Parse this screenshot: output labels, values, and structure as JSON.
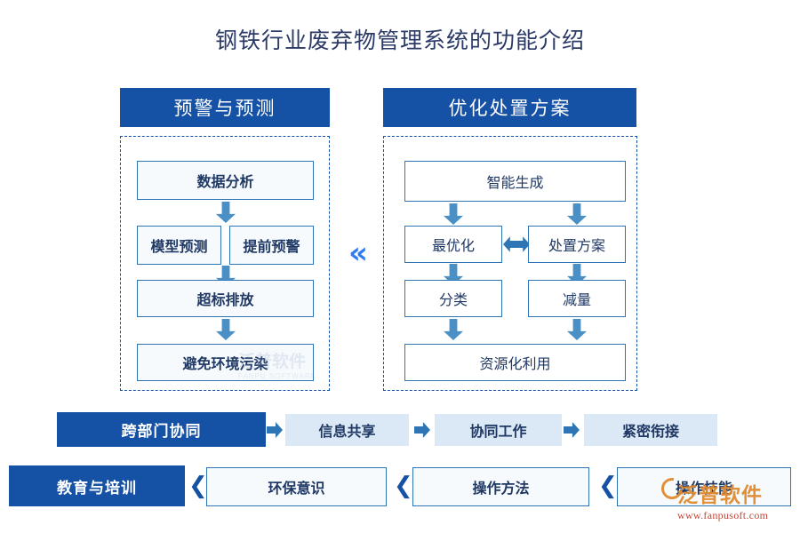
{
  "page": {
    "title": "钢铁行业废弃物管理系统的功能介绍"
  },
  "colors": {
    "primary_blue": "#1551a5",
    "arrow_blue": "#4a90c4",
    "box_border": "#2e75b6",
    "box_fill": "#f7fafd",
    "chip_fill": "#dbe8f6",
    "text_navy": "#1f3864",
    "chevron_blue": "#2f7cf6",
    "watermark_orange": "#e08a2e",
    "watermark_url_red": "#c0392b"
  },
  "panels": {
    "left": {
      "header": "预警与预测",
      "nodes": {
        "data_analysis": "数据分析",
        "model_forecast": "模型预测",
        "early_warning": "提前预警",
        "exceed_emission": "超标排放",
        "avoid_pollution": "避免环境污染"
      }
    },
    "right": {
      "header": "优化处置方案",
      "nodes": {
        "smart_generation": "智能生成",
        "optimization": "最优化",
        "disposal_plan": "处置方案",
        "classification": "分类",
        "reduction": "减量",
        "resource_utilization": "资源化利用"
      }
    }
  },
  "connectors": {
    "between_panels": "«",
    "chevron_left": "❮"
  },
  "collaboration_row": {
    "primary": "跨部门协同",
    "chips": [
      "信息共享",
      "协同工作",
      "紧密衔接"
    ]
  },
  "training_row": {
    "primary": "教育与培训",
    "boxes": [
      "环保意识",
      "操作方法",
      "操作技能"
    ]
  },
  "watermark": {
    "brand_cn": "泛普软件",
    "url": "www.fanpusoft.com",
    "brand_en": "FANPU SOFTWARE"
  }
}
